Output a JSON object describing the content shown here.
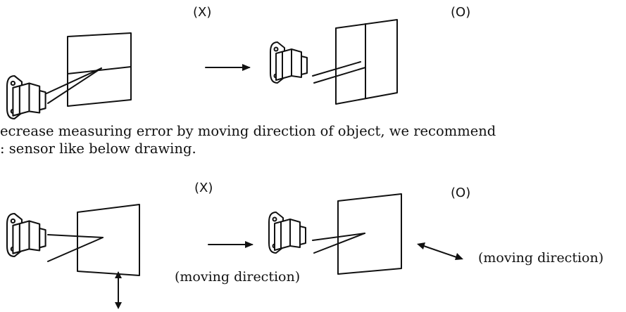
{
  "top_row": {
    "wrong_mark": "(X)",
    "right_mark": "(O)"
  },
  "paragraph": {
    "line1": "ecrease measuring error by moving direction of object, we recommend",
    "line2": ": sensor like below drawing."
  },
  "bottom_row": {
    "wrong_mark": "(X)",
    "right_mark": "(O)",
    "caption_wrong": "(moving direction)",
    "caption_right": "(moving direction)"
  }
}
